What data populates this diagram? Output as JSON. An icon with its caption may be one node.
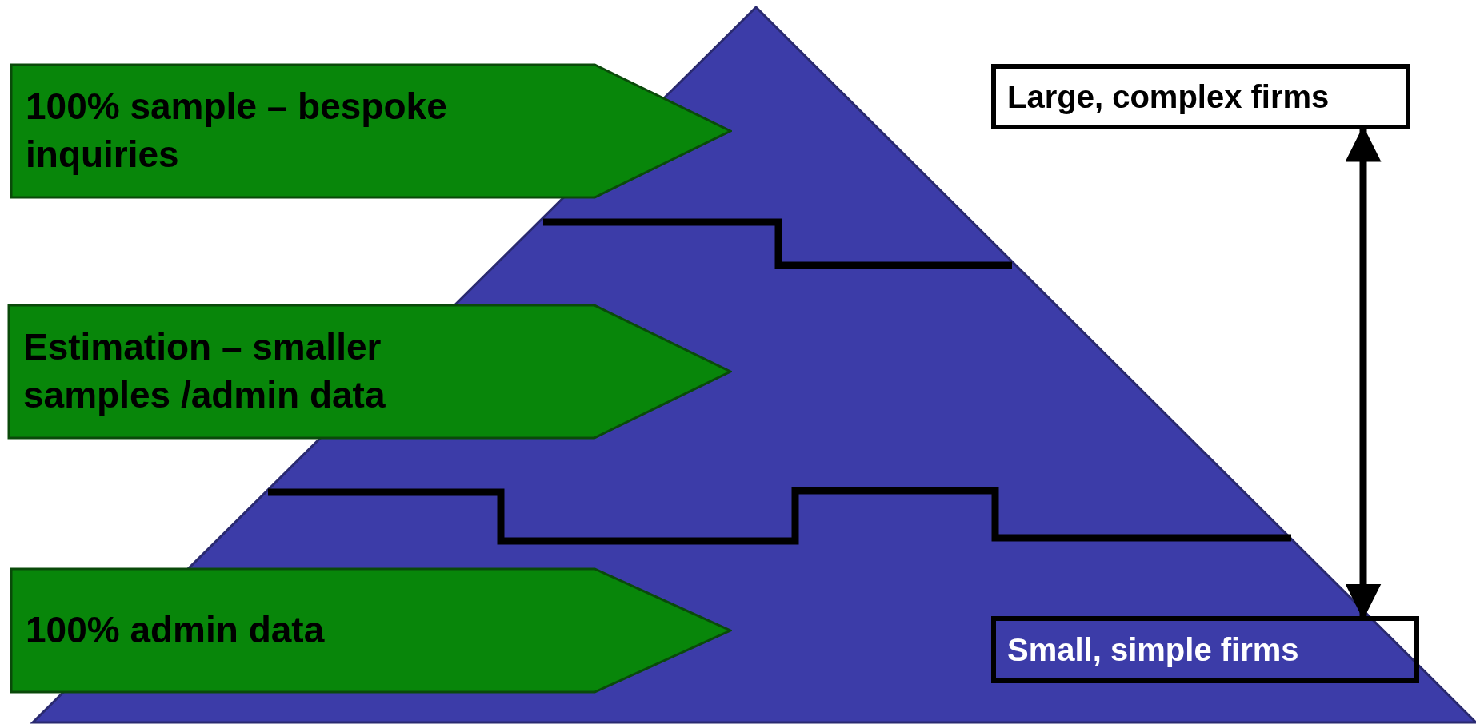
{
  "diagram": {
    "nodes": [
      {
        "text": [
          "100% sample – bespoke inquiries"
        ]
      },
      {
        "text": [
          "Estimation – smaller samples /admin data"
        ]
      },
      {
        "text": [
          "100% admin data"
        ]
      },
      {
        "text": [
          "Large, complex firms"
        ]
      },
      {
        "text": [
          "Small, simple firms"
        ]
      }
    ],
    "edges": [
      {
        "from": 3,
        "to": 4,
        "arrow": "both"
      }
    ]
  }
}
